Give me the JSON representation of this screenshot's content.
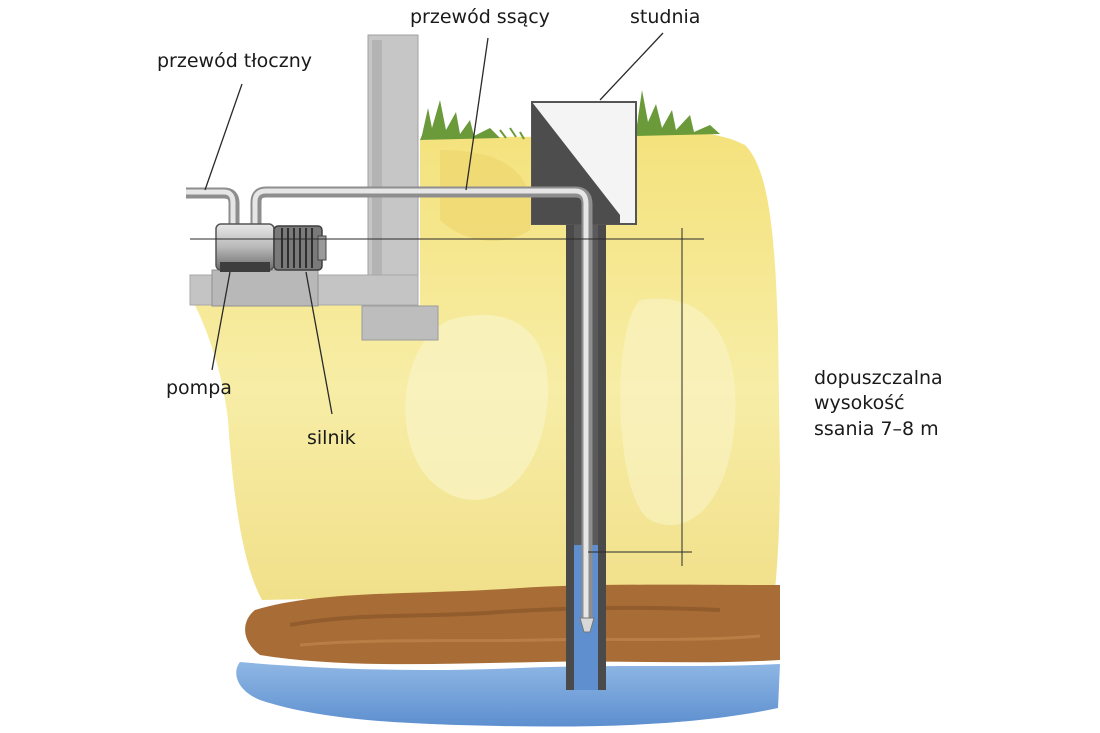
{
  "labels": {
    "delivery_pipe": "przewód tłoczny",
    "suction_pipe": "przewód ssący",
    "well": "studnia",
    "pump": "pompa",
    "motor": "silnik",
    "suction_height": [
      "dopuszczalna",
      "wysokość",
      "ssania 7–8 m"
    ]
  },
  "colors": {
    "soil": "#f2e07a",
    "soil_light": "#f8efb0",
    "clay": "#a56a35",
    "water": "#6f9fd6",
    "wall": "#c4c4c4",
    "pipe": "#d3d3d3",
    "well_casing": "#4a4a4a",
    "grass": "#6a9a3a"
  }
}
